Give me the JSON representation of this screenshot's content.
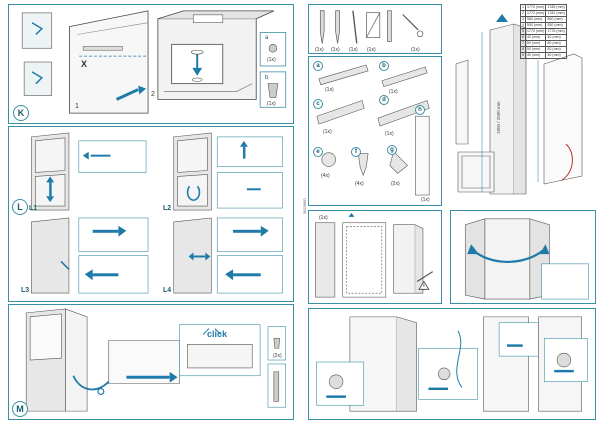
{
  "colors": {
    "panel_border": "#3a8fa5",
    "arrow": "#1e7aa8",
    "step_label": "#1a5c70"
  },
  "left": {
    "panel_k": {
      "label": "K",
      "step_1": "1",
      "step_2": "2",
      "mark_x": "X",
      "inset_labels": [
        "a",
        "b"
      ],
      "part_codes": [
        "(1x)",
        "(1x)"
      ]
    },
    "panel_l": {
      "label": "L",
      "sub_labels": [
        "L1",
        "L2",
        "L3",
        "L4"
      ]
    },
    "panel_m": {
      "label": "M",
      "click_text": "click",
      "part_codes": [
        "(2x)"
      ]
    }
  },
  "right": {
    "parts_panel": {
      "tool_codes": [
        "(1x)",
        "(1x)",
        "(1x)",
        "(1x)",
        "(1x)"
      ],
      "part_codes": [
        "(1x)",
        "(1x)",
        "(1x)",
        "(1x)",
        "(1x)",
        "(4x)",
        "(4x)",
        "(2x)"
      ],
      "part_labels": [
        "a",
        "b",
        "c",
        "d",
        "e",
        "f",
        "g",
        "h"
      ]
    },
    "side_code": "3923960",
    "spec_table": {
      "rows": [
        [
          "1",
          "1770 (mm)",
          "1785 (mm)"
        ],
        [
          "2",
          "1772 (mm)",
          "1781 (mm)"
        ],
        [
          "3",
          "560 (mm)",
          "560 (mm)"
        ],
        [
          "4",
          "550 (mm)",
          "550 (mm)"
        ],
        [
          "5",
          "1770 (mm)",
          "1775 (mm)"
        ],
        [
          "6",
          "40 (mm)",
          "40 (mm)"
        ],
        [
          "7",
          "50 (mm)",
          "50 (mm)"
        ],
        [
          "8",
          "50 (mm)",
          "50 (mm)"
        ],
        [
          "9",
          "40 (mm)",
          "40 (mm)"
        ]
      ]
    },
    "dimension_label": "1800 / 2000 mm",
    "panel_a_code": "(1x)"
  }
}
